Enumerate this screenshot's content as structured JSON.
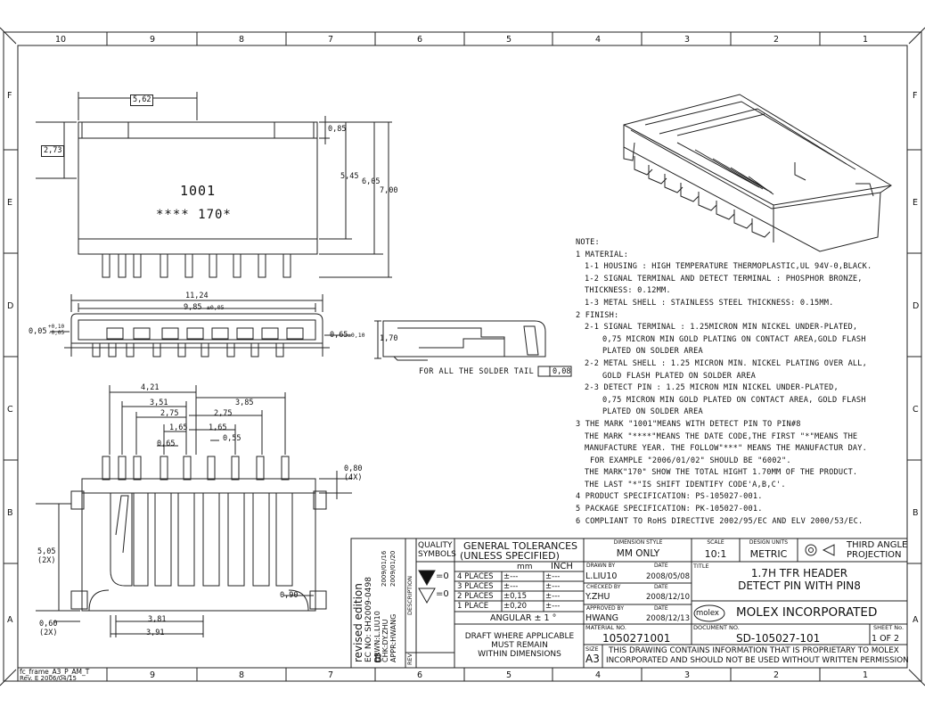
{
  "zones": {
    "top": [
      "10",
      "9",
      "8",
      "7",
      "6",
      "5",
      "4",
      "3",
      "2",
      "1"
    ],
    "bottom": [
      "9",
      "8",
      "7",
      "6",
      "5",
      "4",
      "3",
      "2",
      "1"
    ],
    "rows": [
      "F",
      "E",
      "D",
      "C",
      "B",
      "A"
    ]
  },
  "frame_label": [
    "fc_frame_A3_P_AM_T",
    "Rev. E  2006/04/15"
  ],
  "views": {
    "top": {
      "marking_1": "1001",
      "marking_2": "****  170*",
      "dims": [
        "5,62",
        "2,73",
        "0,85",
        "5,45",
        "6,05",
        "7,00"
      ]
    },
    "front": {
      "dims": [
        "11,24",
        "9,85",
        "±0,05",
        "0,05",
        "+0,10",
        "-0,05",
        "0,65",
        "±0,10"
      ]
    },
    "side": {
      "dims": [
        "1,70"
      ],
      "note": "FOR ALL THE SOLDER TAIL",
      "coplanarity": "0,08"
    },
    "bottom": {
      "dims": [
        "4,21",
        "3,51",
        "2,75",
        "1,65",
        "0,65",
        "3,85",
        "2,75",
        "1,65",
        "0,55",
        "0,80",
        "(4X)",
        "5,05",
        "(2X)",
        "0,60",
        "(2X)",
        "3,81",
        "3,91",
        "0,90"
      ]
    }
  },
  "notes": [
    "NOTE:",
    "1 MATERIAL:",
    "1-1 HOUSING : HIGH TEMPERATURE THERMOPLASTIC,UL 94V-0,BLACK.",
    "1-2 SIGNAL TERMINAL AND DETECT TERMINAL : PHOSPHOR BRONZE,",
    "THICKNESS: 0.12MM.",
    "1-3 METAL SHELL : STAINLESS STEEL THICKNESS: 0.15MM.",
    "2 FINISH:",
    "2-1 SIGNAL TERMINAL : 1.25MICRON MIN NICKEL UNDER-PLATED,",
    "0,75 MICRON MIN GOLD PLATING ON CONTACT AREA,GOLD FLASH",
    "PLATED ON SOLDER AREA",
    "2-2 METAL SHELL : 1.25 MICRON MIN. NICKEL PLATING OVER ALL,",
    "GOLD FLASH PLATED  ON SOLDER AREA",
    "2-3 DETECT PIN : 1.25 MICRON MIN NICKEL UNDER-PLATED,",
    "0,75 MICRON MIN GOLD PLATED ON CONTACT AREA, GOLD FLASH",
    "PLATED ON SOLDER AREA",
    "3 THE MARK \"1001\"MEANS WITH DETECT PIN TO PIN#8",
    "THE MARK \"****\"MEANS THE DATE CODE,THE FIRST \"*\"MEANS THE",
    "MANUFACTURE YEAR.  THE FOLLOW\"***\" MEANS THE MANUFACTUR DAY.",
    "FOR  EXAMPLE \"2006/01/02\" SHOULD BE \"6002\".",
    "THE MARK\"170\" SHOW THE TOTAL HIGHT 1.70MM OF THE PRODUCT.",
    "THE LAST \"*\"IS SHIFT IDENTIFY CODE'A,B,C'.",
    "4 PRODUCT SPECIFICATION: PS-105027-001.",
    "5 PACKAGE SPECIFICATION: PK-105027-001.",
    "6 COMPLIANT TO RoHS DIRECTIVE 2002/95/EC AND ELV 2000/53/EC."
  ],
  "title_block": {
    "revision": {
      "label": "revised edition",
      "ec_no": "EC NO: SH2009-0498",
      "drawn": "DRWN:L.LIU10",
      "chkd": "CHK:DY.ZHU",
      "appr": "APPR:HWANG",
      "date1": "2009/01/16",
      "date2": "2009/01/20",
      "rev_letter": "B",
      "rev_label": "REV",
      "desc_label": "DESCRIPTION"
    },
    "quality_symbols": "QUALITY SYMBOLS",
    "sym1": "=0",
    "sym2": "=0",
    "general_tolerances": "GENERAL TOLERANCES",
    "unless_specified": "(UNLESS SPECIFIED)",
    "mm": "mm",
    "inch": "INCH",
    "tol_rows": [
      {
        "label": "4 PLACES",
        "mm": "±---",
        "inch": "±---"
      },
      {
        "label": "3 PLACES",
        "mm": "±---",
        "inch": "±---"
      },
      {
        "label": "2 PLACES",
        "mm": "±0,15",
        "inch": "±---"
      },
      {
        "label": "1 PLACE",
        "mm": "±0,20",
        "inch": "±---"
      }
    ],
    "angular": "ANGULAR ±  1  °",
    "draft": [
      "DRAFT WHERE APPLICABLE",
      "MUST REMAIN",
      "WITHIN DIMENSIONS"
    ],
    "dimension_style_label": "DIMENSION STYLE",
    "dimension_style": "MM ONLY",
    "scale_label": "SCALE",
    "scale": "10:1",
    "design_units_label": "DESIGN UNITS",
    "design_units": "METRIC",
    "projection": [
      "THIRD ANGLE",
      "PROJECTION"
    ],
    "drawn_by_label": "DRAWN BY",
    "drawn_by": "L.LIU10",
    "drawn_date": "2008/05/08",
    "checked_by_label": "CHECKED BY",
    "checked_by": "Y.ZHU",
    "checked_date": "2008/12/10",
    "approved_by_label": "APPROVED BY",
    "approved_by": "HWANG",
    "approved_date": "2008/12/13",
    "date_label": "DATE",
    "title_label": "TITLE",
    "title": [
      "1.7H TFR HEADER",
      "DETECT PIN WITH PIN8"
    ],
    "company_logo": "molex",
    "company": "MOLEX INCORPORATED",
    "material_no_label": "MATERIAL NO.",
    "material_no": "1050271001",
    "document_no_label": "DOCUMENT NO.",
    "document_no": "SD-105027-101",
    "sheet_no_label": "SHEET No.",
    "sheet_no": "1 OF 2",
    "size_label": "SIZE",
    "size": "A3",
    "proprietary": [
      "THIS DRAWING CONTAINS INFORMATION THAT IS PROPRIETARY TO MOLEX",
      "INCORPORATED AND SHOULD NOT BE USED WITHOUT WRITTEN PERMISSION"
    ]
  }
}
